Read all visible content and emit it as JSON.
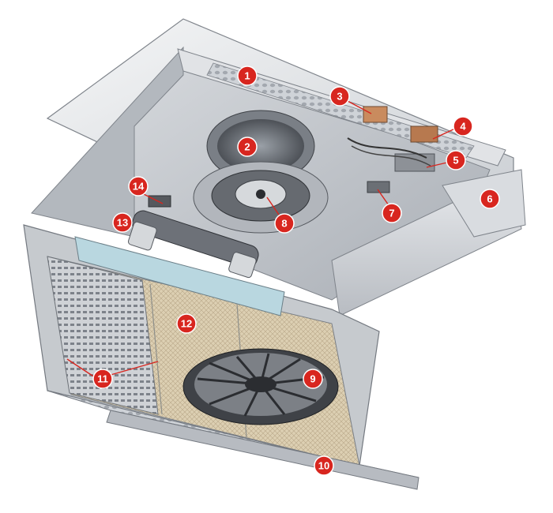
{
  "colors": {
    "callout_fill": "#d8261f",
    "callout_text": "#ffffff",
    "metal_light": "#eef0f2",
    "metal_mid": "#c9ccd1",
    "metal_dark": "#8c9198",
    "filter_mesh": "#d9cdb3",
    "blower": "#5f6369"
  },
  "callouts": [
    {
      "id": "1",
      "label": "1"
    },
    {
      "id": "2",
      "label": "2"
    },
    {
      "id": "3",
      "label": "3"
    },
    {
      "id": "4",
      "label": "4"
    },
    {
      "id": "5",
      "label": "5"
    },
    {
      "id": "6",
      "label": "6"
    },
    {
      "id": "7",
      "label": "7"
    },
    {
      "id": "8",
      "label": "8"
    },
    {
      "id": "9",
      "label": "9"
    },
    {
      "id": "10",
      "label": "10"
    },
    {
      "id": "11",
      "label": "11"
    },
    {
      "id": "12",
      "label": "12"
    },
    {
      "id": "13",
      "label": "13"
    },
    {
      "id": "14",
      "label": "14"
    }
  ]
}
